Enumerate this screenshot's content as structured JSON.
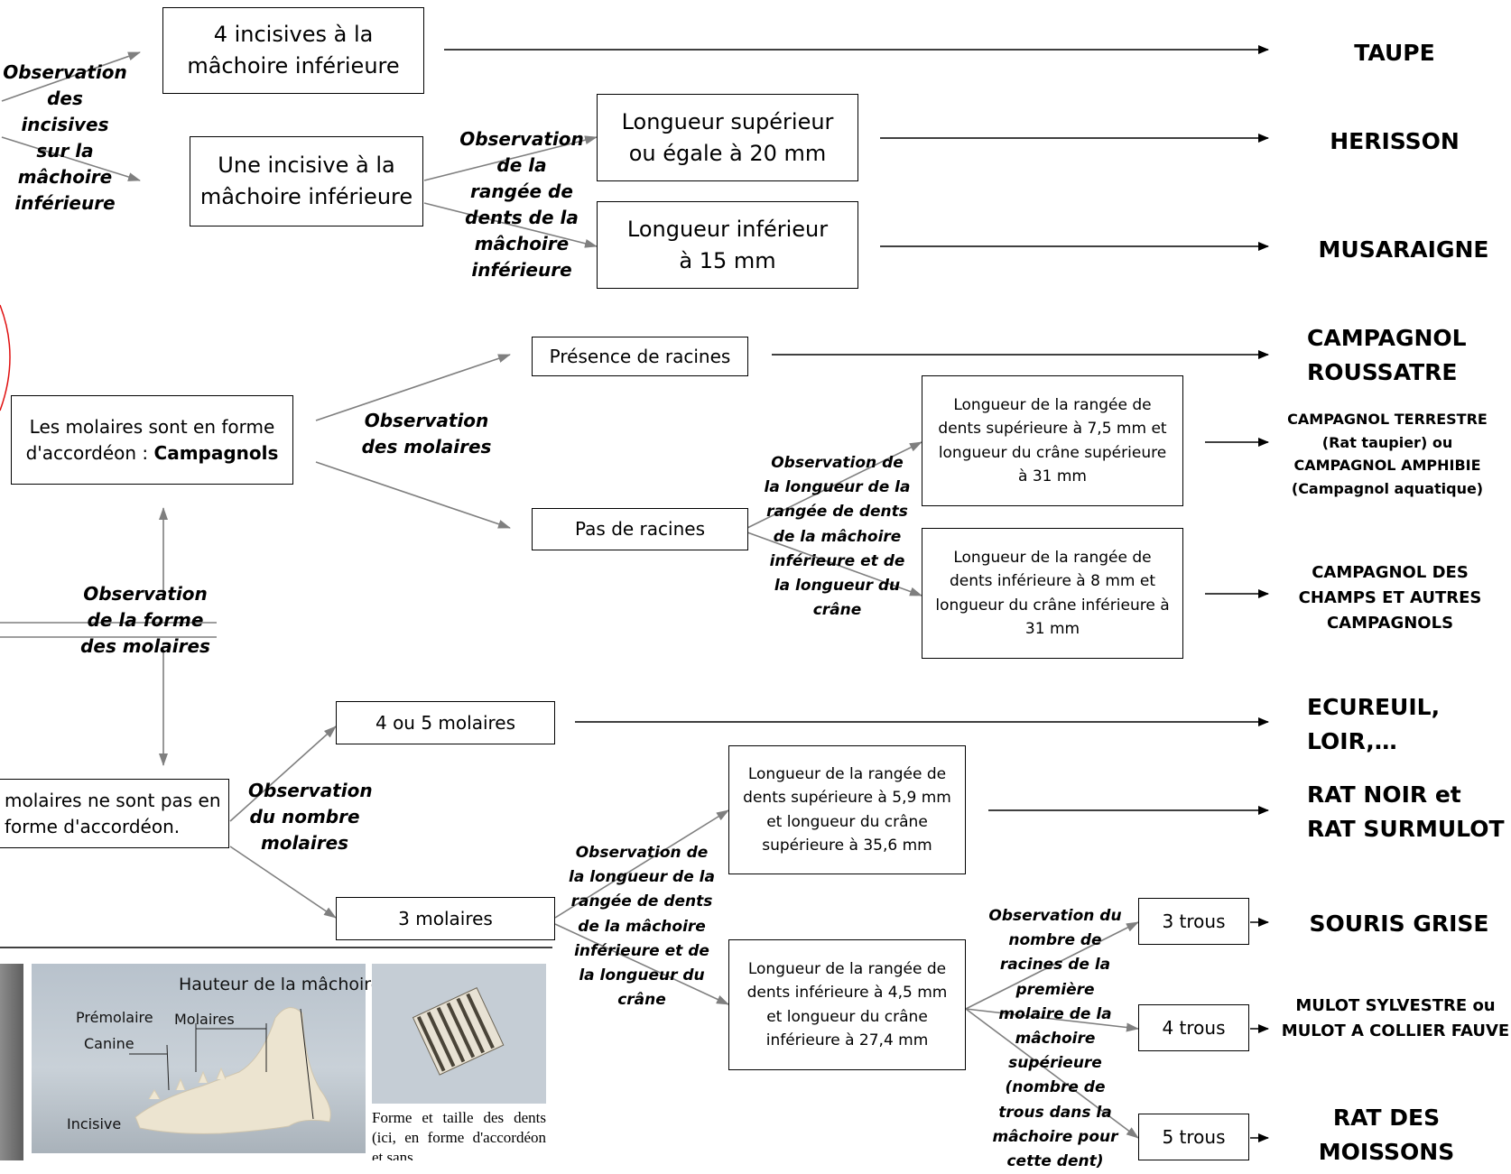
{
  "boxes": {
    "quatre_incisives": "4 incisives à la mâchoire inférieure",
    "une_incisive": "Une incisive à la mâchoire inférieure",
    "longueur_sup_20": "Longueur supérieur ou égale à 20 mm",
    "longueur_inf_15": "Longueur inférieur à 15 mm",
    "molaires_accordeon_text": "Les molaires sont en forme d'accordéon : ",
    "molaires_accordeon_bold": "Campagnols",
    "presence_racines": "Présence de racines",
    "pas_racines": "Pas de racines",
    "rangee_sup_75": "Longueur de la rangée de dents supérieure à 7,5 mm et longueur du crâne supérieure à 31 mm",
    "rangee_inf_8": "Longueur de la rangée de dents inférieure à 8 mm et longueur du crâne inférieure à 31 mm",
    "quatre_cinq_molaires": "4 ou 5 molaires",
    "molaires_non_accordeon": "molaires ne sont pas en forme d'accordéon.",
    "trois_molaires": "3 molaires",
    "rangee_sup_59": "Longueur de la rangée de dents supérieure à 5,9 mm et longueur du crâne supérieure à 35,6 mm",
    "rangee_inf_45": "Longueur de la rangée de dents inférieure à 4,5 mm et longueur du crâne inférieure à 27,4 mm",
    "trois_trous": "3 trous",
    "quatre_trous": "4 trous",
    "cinq_trous": "5 trous"
  },
  "observations": {
    "incisives": "Observation des incisives sur la mâchoire inférieure",
    "rangee_machoire": "Observation de la rangée de dents de la mâchoire inférieure",
    "molaires": "Observation des molaires",
    "longueur_campagnols": "Observation de la longueur de la rangée de dents de la mâchoire inférieure et de la longueur du crâne",
    "forme_molaires": "Observation de la forme des molaires",
    "nombre_molaires": "Observation du nombre molaires",
    "longueur_rats": "Observation de la longueur de la rangée de dents de la mâchoire inférieure et de la longueur du crâne",
    "racines": "Observation du nombre de racines de la première molaire de la mâchoire supérieure (nombre de trous dans la mâchoire pour cette dent)"
  },
  "results": {
    "taupe": "TAUPE",
    "herisson": "HERISSON",
    "musaraigne": "MUSARAIGNE",
    "campagnol_roussatre": "CAMPAGNOL ROUSSATRE",
    "campagnol_terrestre": "CAMPAGNOL TERRESTRE (Rat taupier) ou CAMPAGNOL AMPHIBIE (Campagnol aquatique)",
    "campagnol_champs": "CAMPAGNOL DES CHAMPS ET AUTRES CAMPAGNOLS",
    "ecureuil": "ECUREUIL, LOIR,…",
    "rat_noir": "RAT NOIR et RAT SURMULOT",
    "souris_grise": "SOURIS GRISE",
    "mulot": "MULOT SYLVESTRE ou MULOT A COLLIER FAUVE",
    "rat_moissons": "RAT DES MOISSONS"
  },
  "photos": {
    "jaw_labels": {
      "hauteur": "Hauteur de la mâchoire",
      "premolaire": "Prémolaire",
      "molaires": "Molaires",
      "canine": "Canine",
      "incisive": "Incisive"
    },
    "caption": "Forme et taille des dents (ici, en forme d'accordéon et sans"
  },
  "colors": {
    "line": "#000000",
    "arrow_gray": "#7f7f7f",
    "circle": "#e01010"
  }
}
